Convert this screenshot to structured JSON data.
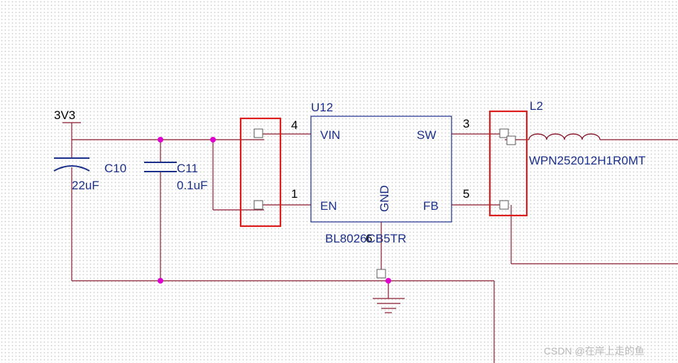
{
  "colors": {
    "wire": "#8b1a2e",
    "part": "#1a2f8a",
    "junction": "#e000d0",
    "highlight": "#dd1c1c",
    "pin_number": "#000000",
    "watermark": "#b9b9b9"
  },
  "power_net": {
    "label": "3V3"
  },
  "capacitors": [
    {
      "ref": "C10",
      "value": "22uF",
      "polarized": true
    },
    {
      "ref": "C11",
      "value": "0.1uF",
      "polarized": false
    }
  ],
  "ic": {
    "ref": "U12",
    "part_number": "BL8026CB5TR",
    "overlap_pin_number": "6",
    "pins": [
      {
        "number": "4",
        "name": "VIN"
      },
      {
        "number": "1",
        "name": "EN"
      },
      {
        "number": "3",
        "name": "SW"
      },
      {
        "number": "5",
        "name": "FB"
      },
      {
        "name": "GND"
      }
    ]
  },
  "inductor": {
    "ref": "L2",
    "part_number": "WPN252012H1R0MT"
  },
  "ground_symbol": "ground-icon",
  "watermark": "CSDN @在岸上走的鱼"
}
